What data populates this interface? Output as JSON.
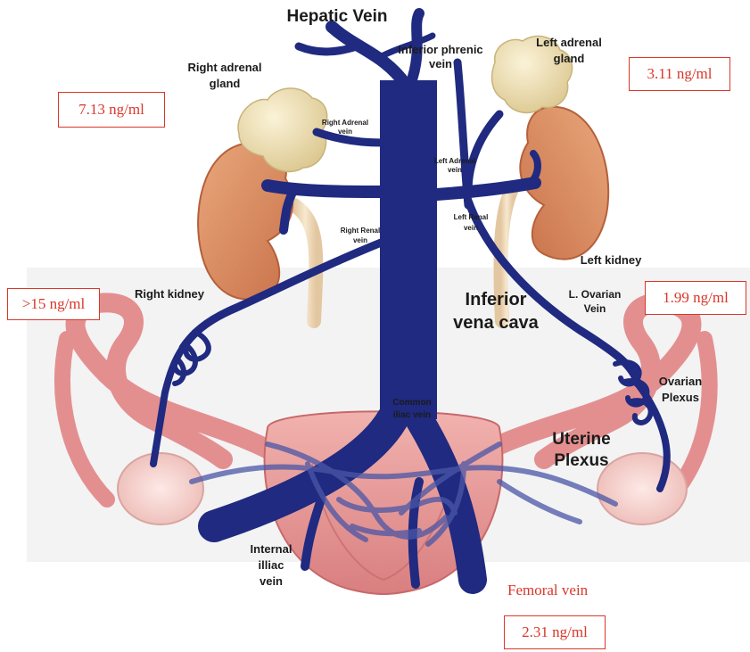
{
  "labels": {
    "hepatic_vein": "Hepatic Vein",
    "inferior_phrenic_1": "Inferior phrenic",
    "inferior_phrenic_2": "vein",
    "left_adrenal_gland_1": "Left adrenal",
    "left_adrenal_gland_2": "gland",
    "right_adrenal_gland_1": "Right adrenal",
    "right_adrenal_gland_2": "gland",
    "right_adrenal_vein_1": "Right Adrenal",
    "right_adrenal_vein_2": "vein",
    "left_adrenal_vein_1": "Left Adrenal",
    "left_adrenal_vein_2": "vein",
    "left_renal_vein_1": "Left Renal",
    "left_renal_vein_2": "vein",
    "right_renal_vein_1": "Right Renal",
    "right_renal_vein_2": "vein",
    "left_kidney": "Left kidney",
    "right_kidney": "Right kidney",
    "l_ovarian_vein_1": "L. Ovarian",
    "l_ovarian_vein_2": "Vein",
    "ivc_1": "Inferior",
    "ivc_2": "vena cava",
    "ovarian_plexus_1": "Ovarian",
    "ovarian_plexus_2": "Plexus",
    "common_iliac_1": "Common",
    "common_iliac_2": "iliac vein",
    "uterine_plexus_1": "Uterine",
    "uterine_plexus_2": "Plexus",
    "internal_iliac_1": "Internal",
    "internal_iliac_2": "illiac",
    "internal_iliac_3": "vein",
    "femoral_vein": "Femoral vein"
  },
  "measurements": {
    "right_adrenal": "7.13 ng/ml",
    "left_adrenal": "3.11 ng/ml",
    "right_ovarian": ">15 ng/ml",
    "left_ovarian": "1.99 ng/ml",
    "femoral": "2.31 ng/ml"
  },
  "colors": {
    "vein": "#1f2a80",
    "kidney": "#d88a5c",
    "adrenal": "#f1e2b8",
    "uterus": "#e79a99",
    "measurement": "#d9372a"
  }
}
